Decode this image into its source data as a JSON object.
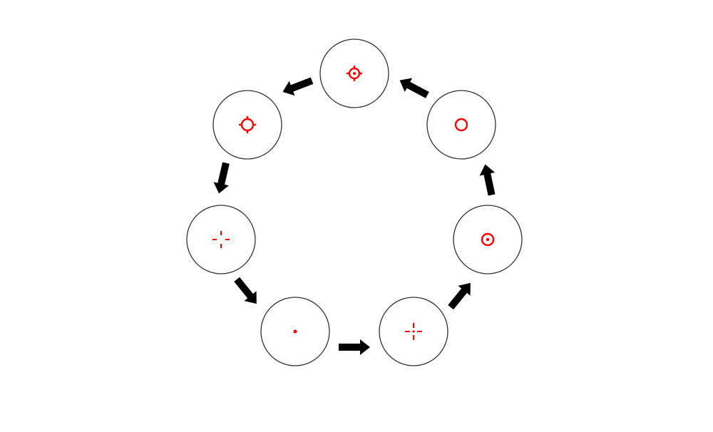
{
  "diagram": {
    "reticle_color": "#ff0000",
    "arrow_color": "#000000",
    "ring_color": "#333333",
    "cycle_direction": "counter-clockwise",
    "reticles": [
      {
        "id": "top",
        "style": "circle-dot-crosshair-ticks"
      },
      {
        "id": "upper-left",
        "style": "circle-crosshair-ticks"
      },
      {
        "id": "middle-left",
        "style": "four-dash-crosshair"
      },
      {
        "id": "bottom-left",
        "style": "dot"
      },
      {
        "id": "bottom-right",
        "style": "four-dash-crosshair-dot"
      },
      {
        "id": "middle-right",
        "style": "circle-dot"
      },
      {
        "id": "upper-right",
        "style": "circle"
      }
    ]
  }
}
